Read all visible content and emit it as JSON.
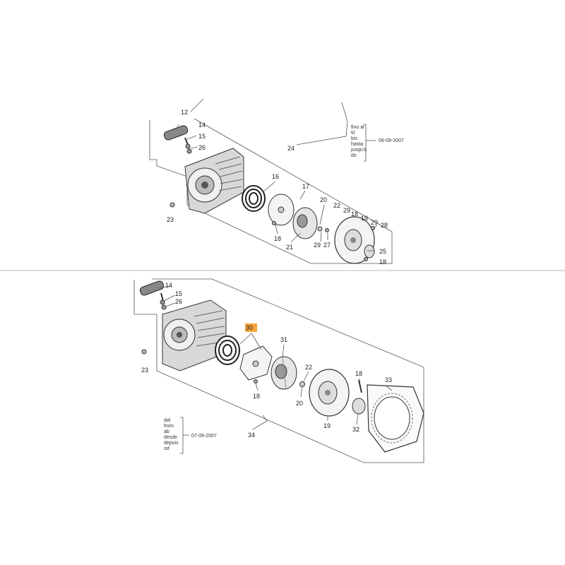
{
  "upper": {
    "labels": {
      "l12": "12",
      "l14": "14",
      "l15": "15",
      "l26": "26",
      "l16": "16",
      "l17": "17",
      "l23": "23",
      "l18a": "18",
      "l21": "21",
      "l20": "20",
      "l22": "22",
      "l29a": "29",
      "l29b": "29",
      "l29c": "29",
      "l27": "27",
      "l18b": "18",
      "l19": "19",
      "l28": "28",
      "l25": "25",
      "l18c": "18",
      "l24": "24"
    },
    "note": {
      "lines": [
        "fino al",
        "til",
        "bis",
        "hasta",
        "jusqu'a",
        "do"
      ],
      "date": "06-09-2007"
    }
  },
  "lower": {
    "labels": {
      "l14": "14",
      "l15": "15",
      "l26": "26",
      "l30": "30",
      "l31": "31",
      "l23": "23",
      "l18a": "18",
      "l22": "22",
      "l20": "20",
      "l18b": "18",
      "l33": "33",
      "l19": "19",
      "l32": "32",
      "l34": "34"
    },
    "note": {
      "lines": [
        "dal",
        "from",
        "ab",
        "desde",
        "depuis",
        "od"
      ],
      "date": "07-09-2007"
    }
  },
  "colors": {
    "highlight": "#f4a53a"
  }
}
